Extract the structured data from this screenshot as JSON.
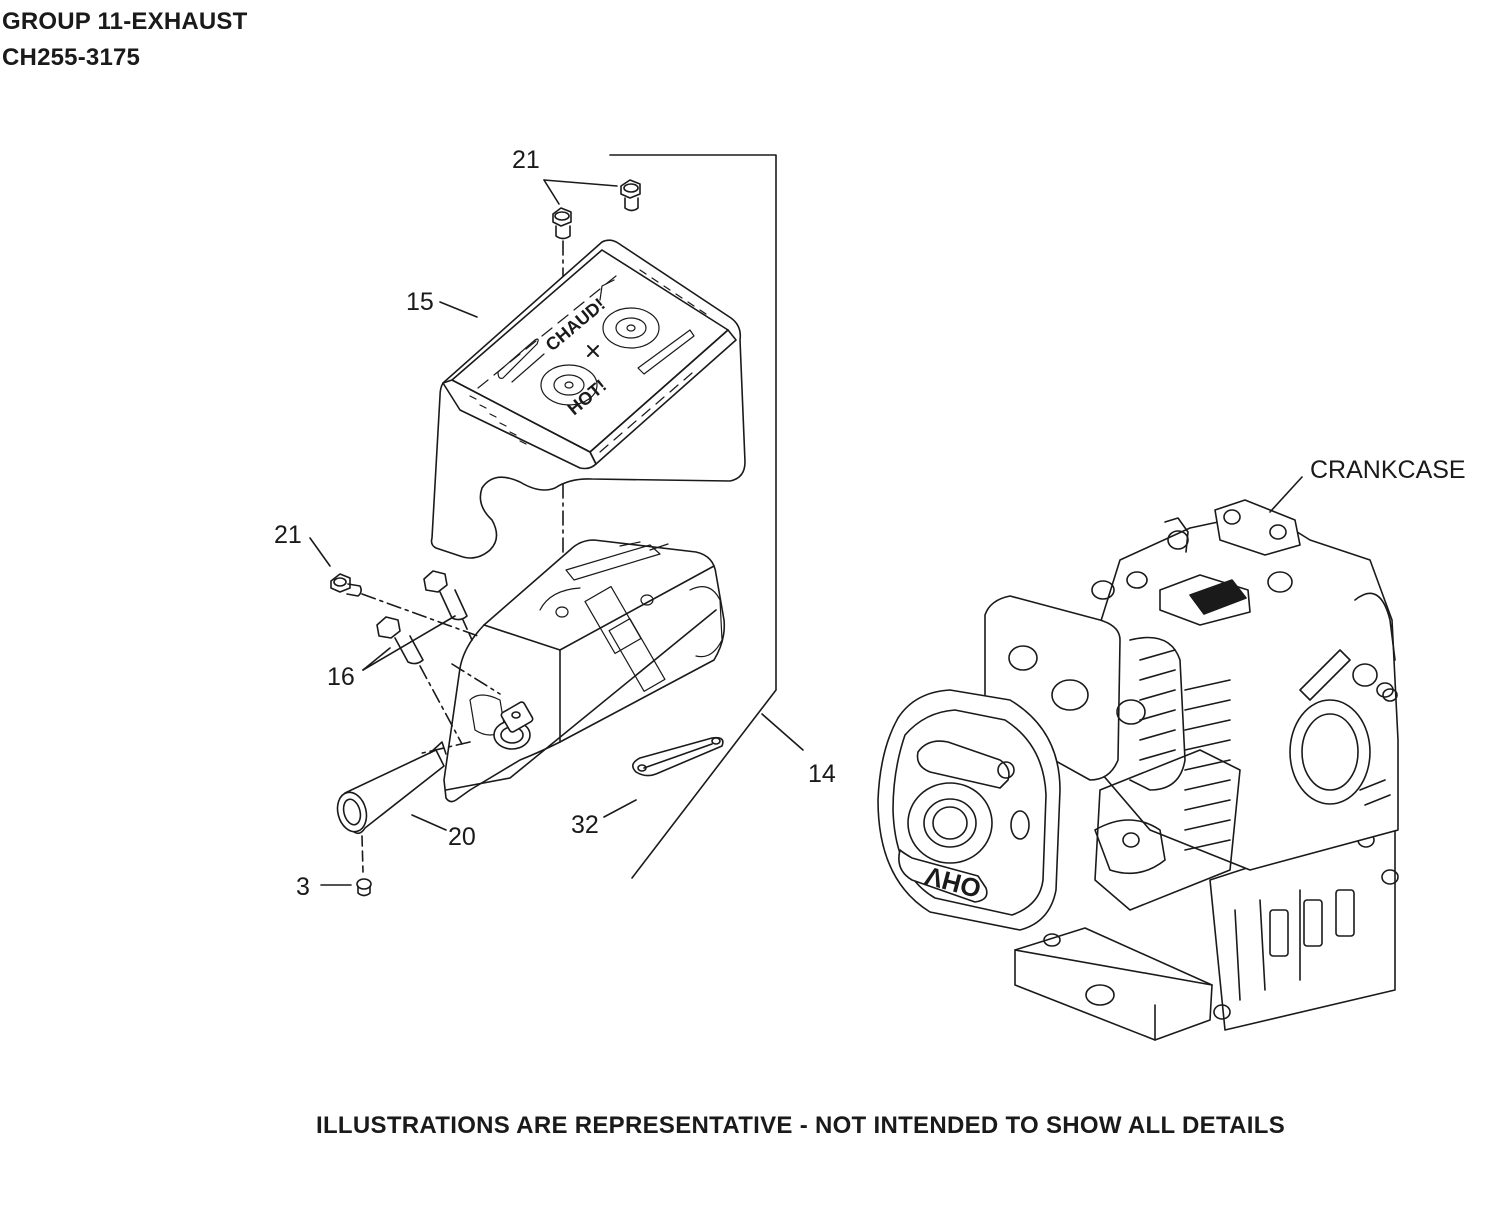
{
  "header": {
    "group_title": "GROUP 11-EXHAUST",
    "model": "CH255-3175"
  },
  "callouts": {
    "c21_top": "21",
    "c15": "15",
    "c21_left": "21",
    "c16": "16",
    "c14": "14",
    "c20": "20",
    "c32": "32",
    "c3": "3",
    "crankcase": "CRANKCASE"
  },
  "heat_shield": {
    "text_hot": "HOT!",
    "text_chaud": "CHAUD!"
  },
  "engine": {
    "ohv_badge": "OHV"
  },
  "footer": {
    "disclaimer": "ILLUSTRATIONS ARE REPRESENTATIVE - NOT INTENDED TO SHOW ALL DETAILS"
  },
  "colors": {
    "line": "#1a1a1a",
    "background": "#ffffff"
  }
}
